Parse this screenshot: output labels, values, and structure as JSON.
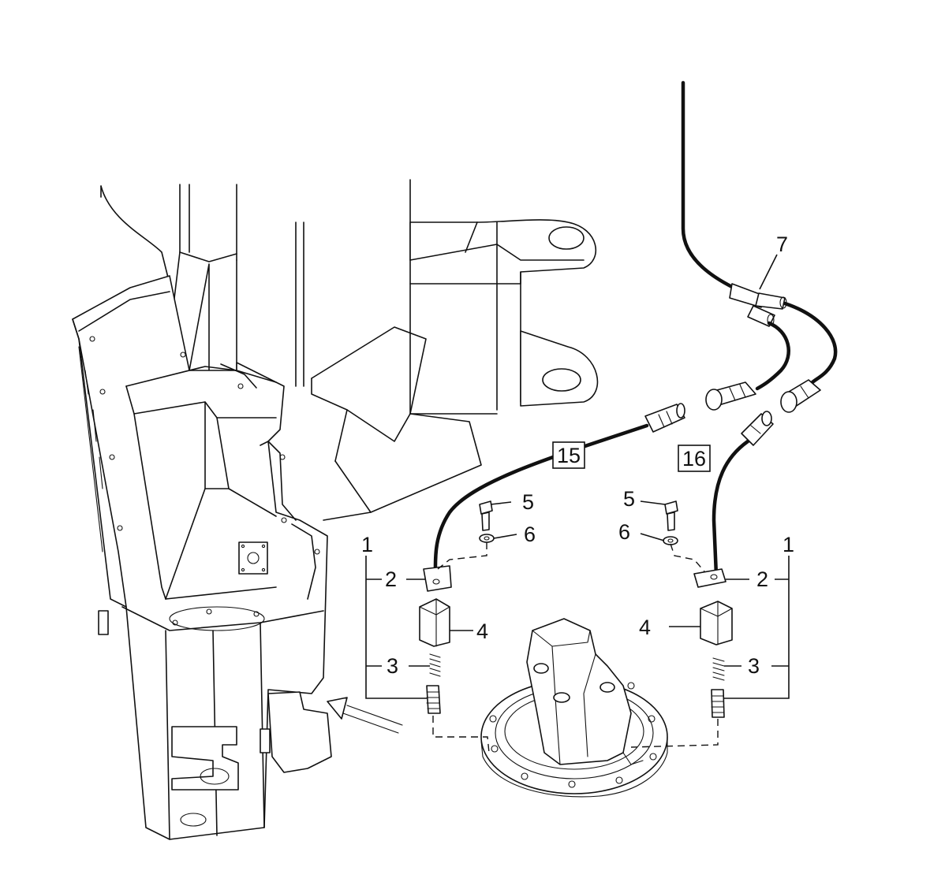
{
  "callouts": {
    "c1_left": "1",
    "c2_left": "2",
    "c3_left": "3",
    "c4_left": "4",
    "c5_left": "5",
    "c6_left": "6",
    "c1_right": "1",
    "c2_right": "2",
    "c3_right": "3",
    "c4_right": "4",
    "c5_right": "5",
    "c6_right": "6",
    "c7": "7"
  },
  "boxed_refs": {
    "left": "15",
    "right": "16"
  }
}
